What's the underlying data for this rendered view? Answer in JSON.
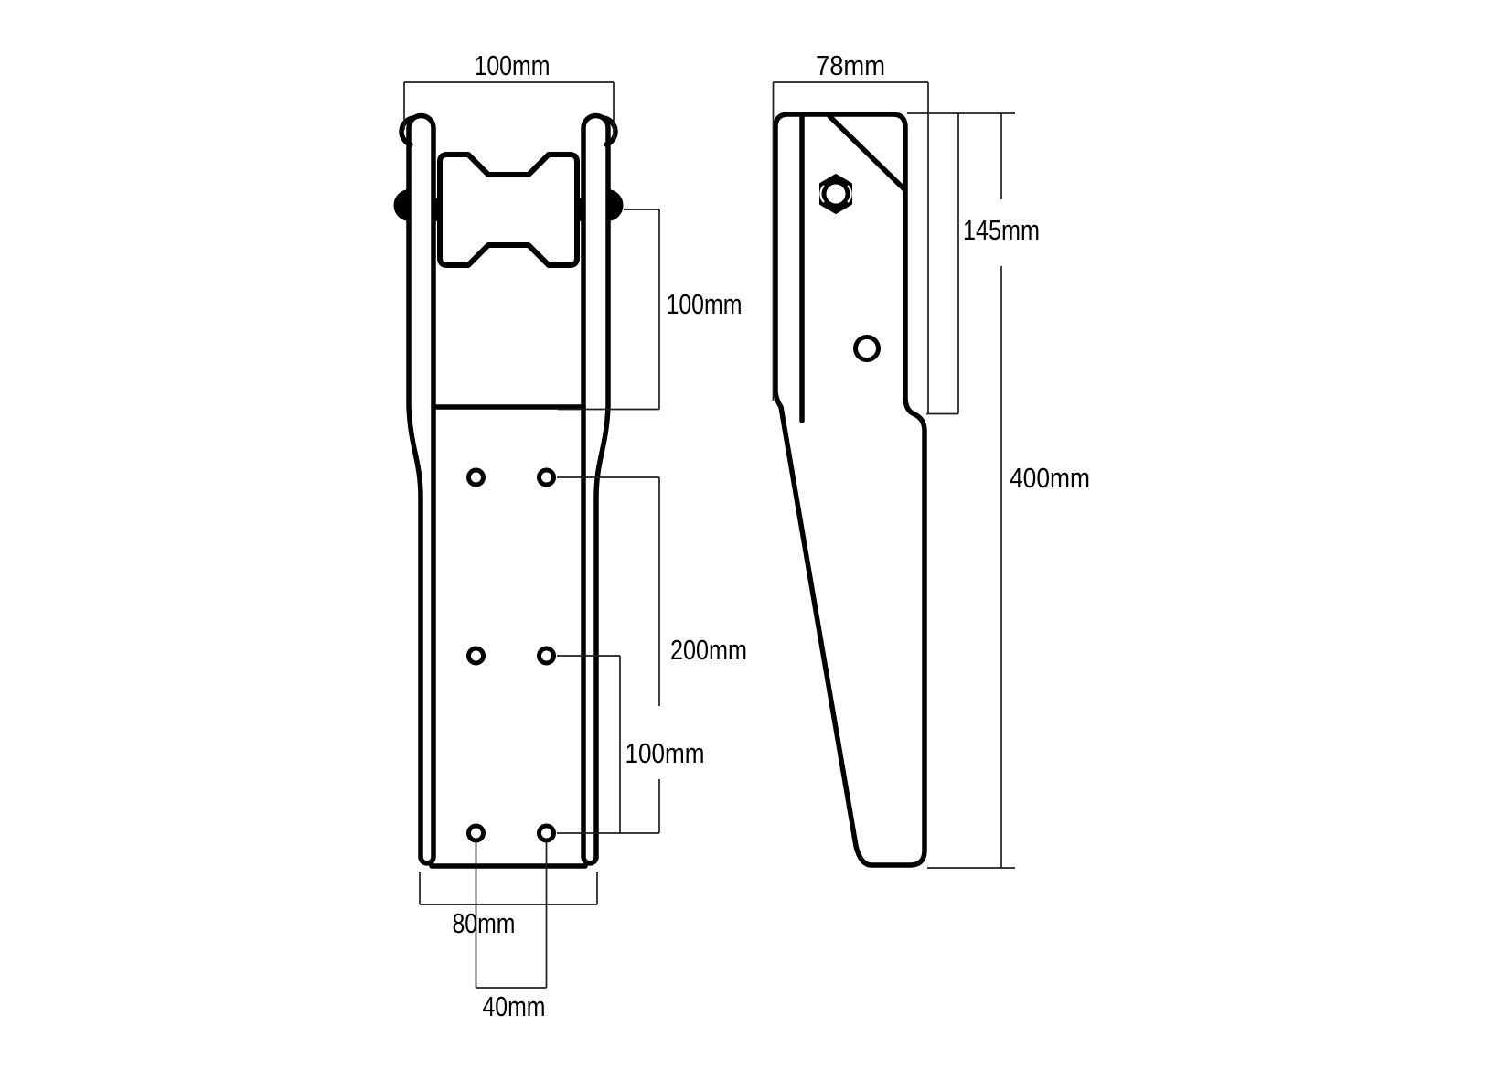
{
  "style": {
    "background": "#ffffff",
    "ink": "#000000",
    "dim_line_color": "#1f1f1f"
  },
  "dims": {
    "front_top_width": "100mm",
    "roller_to_plate": "100mm",
    "hole_span_vertical": "200mm",
    "hole_pitch_vertical": "100mm",
    "base_width": "80mm",
    "hole_pitch_horizontal": "40mm",
    "side_depth": "78mm",
    "upper_section_height": "145mm",
    "overall_height": "400mm"
  }
}
